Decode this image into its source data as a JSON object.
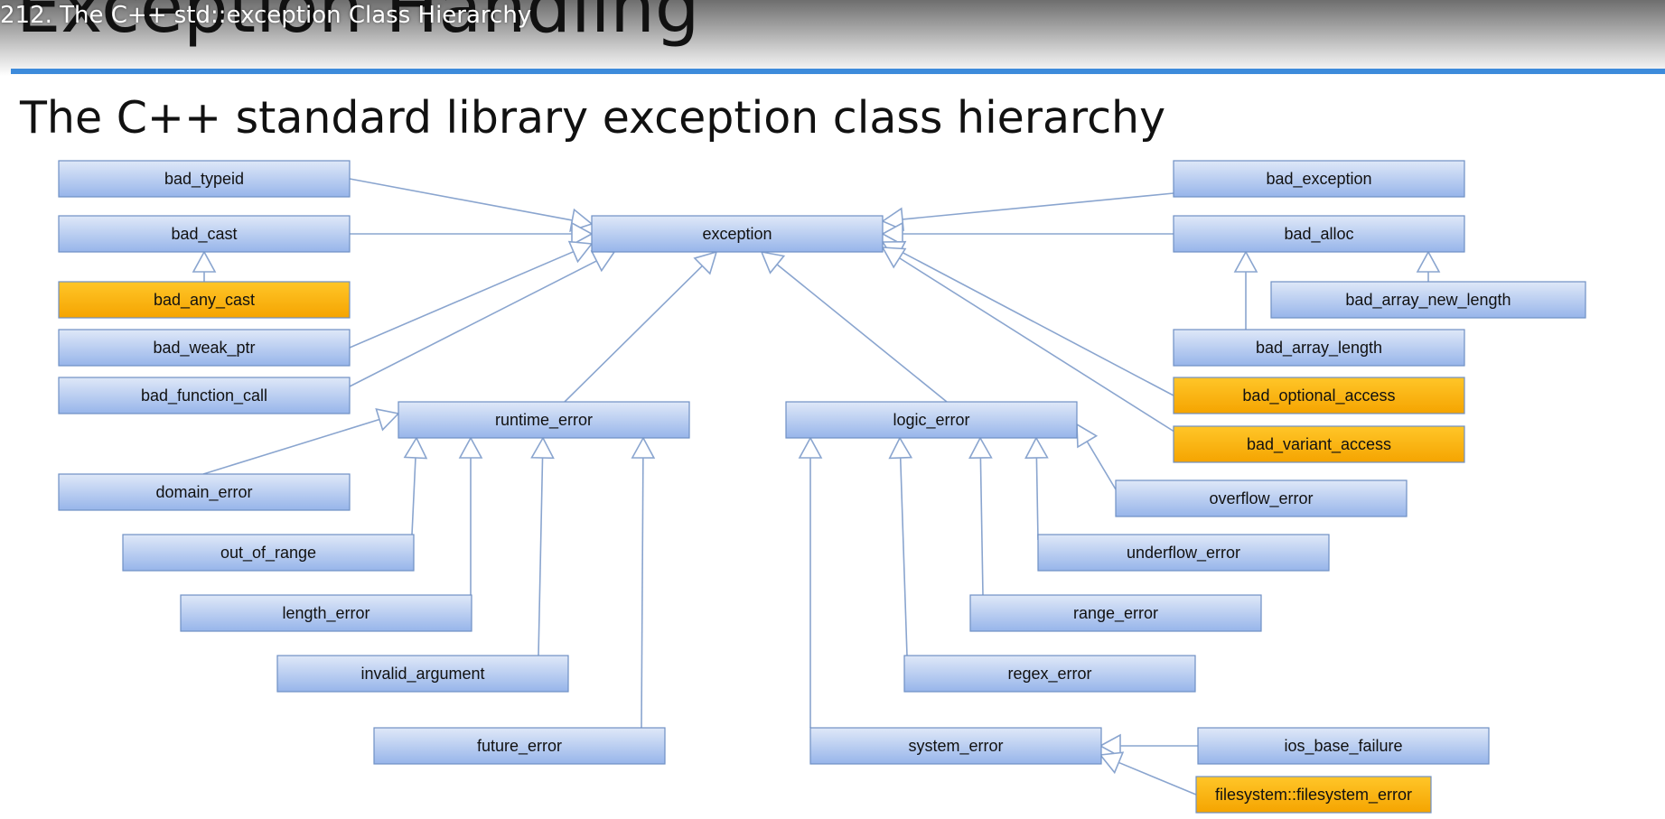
{
  "header": {
    "slide_title": "Exception Handling",
    "video_title": "212. The C++ std::exception Class Hierarchy",
    "subtitle": "The C++ standard library exception class hierarchy"
  },
  "colors": {
    "accent_rule": "#3d8bdb",
    "box_blue_top": "#dfe8f8",
    "box_blue_bottom": "#97b5ea",
    "box_orange_top": "#ffc629",
    "box_orange_bottom": "#f5a400",
    "edge": "#8aa5cf"
  },
  "classes": [
    {
      "id": "exception",
      "label": "exception",
      "style": "blue"
    },
    {
      "id": "bad_typeid",
      "label": "bad_typeid",
      "style": "blue"
    },
    {
      "id": "bad_cast",
      "label": "bad_cast",
      "style": "blue"
    },
    {
      "id": "bad_any_cast",
      "label": "bad_any_cast",
      "style": "orange"
    },
    {
      "id": "bad_weak_ptr",
      "label": "bad_weak_ptr",
      "style": "blue"
    },
    {
      "id": "bad_function_call",
      "label": "bad_function_call",
      "style": "blue"
    },
    {
      "id": "runtime_error",
      "label": "runtime_error",
      "style": "blue"
    },
    {
      "id": "domain_error",
      "label": "domain_error",
      "style": "blue"
    },
    {
      "id": "out_of_range",
      "label": "out_of_range",
      "style": "blue"
    },
    {
      "id": "length_error",
      "label": "length_error",
      "style": "blue"
    },
    {
      "id": "invalid_argument",
      "label": "invalid_argument",
      "style": "blue"
    },
    {
      "id": "future_error",
      "label": "future_error",
      "style": "blue"
    },
    {
      "id": "logic_error",
      "label": "logic_error",
      "style": "blue"
    },
    {
      "id": "bad_exception",
      "label": "bad_exception",
      "style": "blue"
    },
    {
      "id": "bad_alloc",
      "label": "bad_alloc",
      "style": "blue"
    },
    {
      "id": "bad_array_new_length",
      "label": "bad_array_new_length",
      "style": "blue"
    },
    {
      "id": "bad_array_length",
      "label": "bad_array_length",
      "style": "blue"
    },
    {
      "id": "bad_optional_access",
      "label": "bad_optional_access",
      "style": "orange"
    },
    {
      "id": "bad_variant_access",
      "label": "bad_variant_access",
      "style": "orange"
    },
    {
      "id": "overflow_error",
      "label": "overflow_error",
      "style": "blue"
    },
    {
      "id": "underflow_error",
      "label": "underflow_error",
      "style": "blue"
    },
    {
      "id": "range_error",
      "label": "range_error",
      "style": "blue"
    },
    {
      "id": "regex_error",
      "label": "regex_error",
      "style": "blue"
    },
    {
      "id": "system_error",
      "label": "system_error",
      "style": "blue"
    },
    {
      "id": "ios_base_failure",
      "label": "ios_base_failure",
      "style": "blue"
    },
    {
      "id": "filesystem_error",
      "label": "filesystem::filesystem_error",
      "style": "orange"
    }
  ],
  "inheritance": [
    {
      "child": "bad_typeid",
      "parent": "exception"
    },
    {
      "child": "bad_cast",
      "parent": "exception"
    },
    {
      "child": "bad_any_cast",
      "parent": "bad_cast"
    },
    {
      "child": "bad_weak_ptr",
      "parent": "exception"
    },
    {
      "child": "bad_function_call",
      "parent": "exception"
    },
    {
      "child": "runtime_error",
      "parent": "exception"
    },
    {
      "child": "logic_error",
      "parent": "exception"
    },
    {
      "child": "bad_exception",
      "parent": "exception"
    },
    {
      "child": "bad_alloc",
      "parent": "exception"
    },
    {
      "child": "bad_optional_access",
      "parent": "exception"
    },
    {
      "child": "bad_variant_access",
      "parent": "exception"
    },
    {
      "child": "bad_array_length",
      "parent": "bad_alloc"
    },
    {
      "child": "bad_array_new_length",
      "parent": "bad_alloc"
    },
    {
      "child": "domain_error",
      "parent": "runtime_error"
    },
    {
      "child": "out_of_range",
      "parent": "runtime_error"
    },
    {
      "child": "length_error",
      "parent": "runtime_error"
    },
    {
      "child": "invalid_argument",
      "parent": "runtime_error"
    },
    {
      "child": "future_error",
      "parent": "runtime_error"
    },
    {
      "child": "overflow_error",
      "parent": "logic_error"
    },
    {
      "child": "underflow_error",
      "parent": "logic_error"
    },
    {
      "child": "range_error",
      "parent": "logic_error"
    },
    {
      "child": "regex_error",
      "parent": "logic_error"
    },
    {
      "child": "system_error",
      "parent": "logic_error"
    },
    {
      "child": "ios_base_failure",
      "parent": "system_error"
    },
    {
      "child": "filesystem_error",
      "parent": "system_error"
    }
  ]
}
